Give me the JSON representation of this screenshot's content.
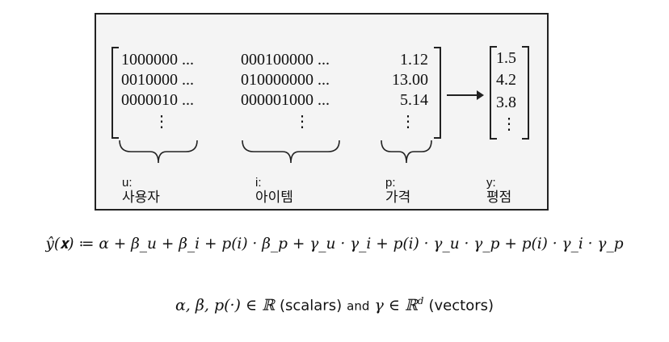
{
  "matrix": {
    "rows": [
      {
        "u": "1000000 ...",
        "i": "000100000 ...",
        "p": "1.12"
      },
      {
        "u": "0010000 ...",
        "i": "010000000 ...",
        "p": "13.00"
      },
      {
        "u": "0000010 ...",
        "i": "000001000 ...",
        "p": "5.14"
      }
    ],
    "ellipsis": "⋮"
  },
  "target": {
    "values": [
      "1.5",
      "4.2",
      "3.8"
    ],
    "ellipsis": "⋮"
  },
  "labels": {
    "u": {
      "var": "u:",
      "name": "사용자"
    },
    "i": {
      "var": "i:",
      "name": "아이템"
    },
    "p": {
      "var": "p:",
      "name": "가격"
    },
    "y": {
      "var": "y:",
      "name": "평점"
    }
  },
  "formula": "ŷ(𝐱) ≔ α + β_u + β_i + p(i) · β_p + γ_u · γ_i + p(i) · γ_u · γ_p + p(i) · γ_i · γ_p",
  "domain": {
    "scalars_math": "α, β, p(·) ∈ ℝ",
    "scalars_word": "(scalars)",
    "and_word": "and",
    "vector_math": "γ ∈ ℝ",
    "vector_exp": "d",
    "vectors_word": "(vectors)"
  }
}
